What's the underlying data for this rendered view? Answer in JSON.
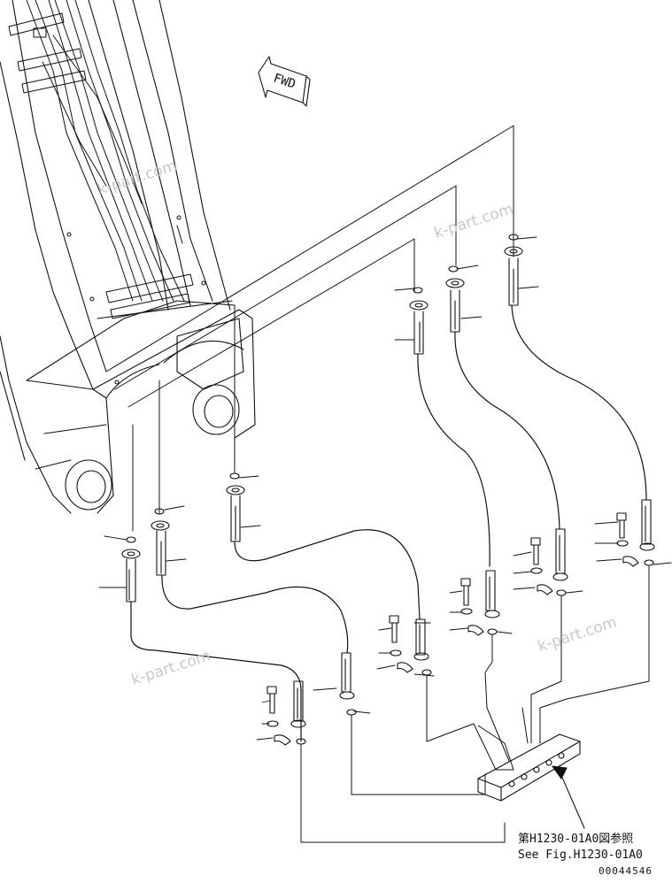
{
  "diagram": {
    "fwd_label": "FWD",
    "reference_jp": "第H1230-01A0図参照",
    "reference_en": "See Fig.H1230-01A0",
    "drawing_number": "00044546",
    "watermarks": [
      "k-part.com",
      "k-part.com",
      "k-part.com",
      "k-part.com"
    ]
  }
}
